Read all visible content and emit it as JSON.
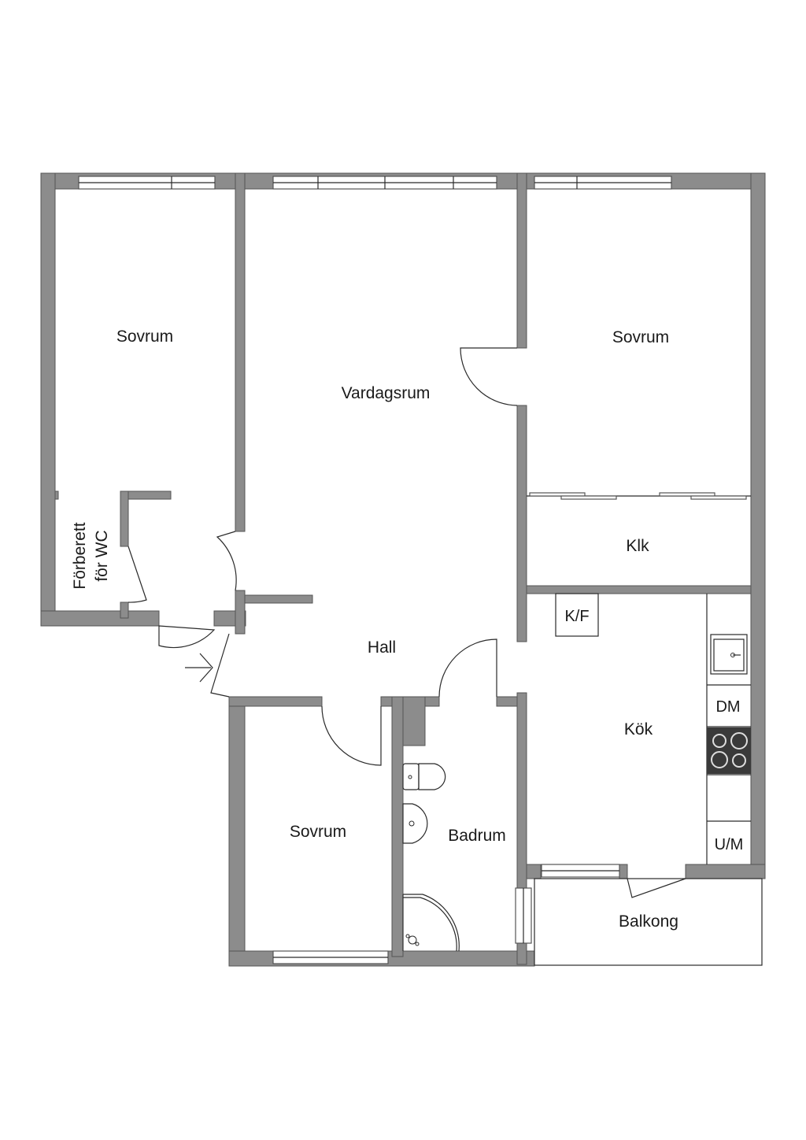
{
  "rooms": {
    "sovrum_left": "Sovrum",
    "vardagsrum": "Vardagsrum",
    "sovrum_right": "Sovrum",
    "forberett_line1": "Förberett",
    "forberett_line2": "för WC",
    "klk": "Klk",
    "kf": "K/F",
    "hall": "Hall",
    "dm": "DM",
    "kok": "Kök",
    "sovrum_bottom": "Sovrum",
    "badrum": "Badrum",
    "um": "U/M",
    "balkong": "Balkong"
  },
  "colors": {
    "wall": "#8c8c8c",
    "line": "#2a2a2a",
    "background": "#ffffff"
  }
}
